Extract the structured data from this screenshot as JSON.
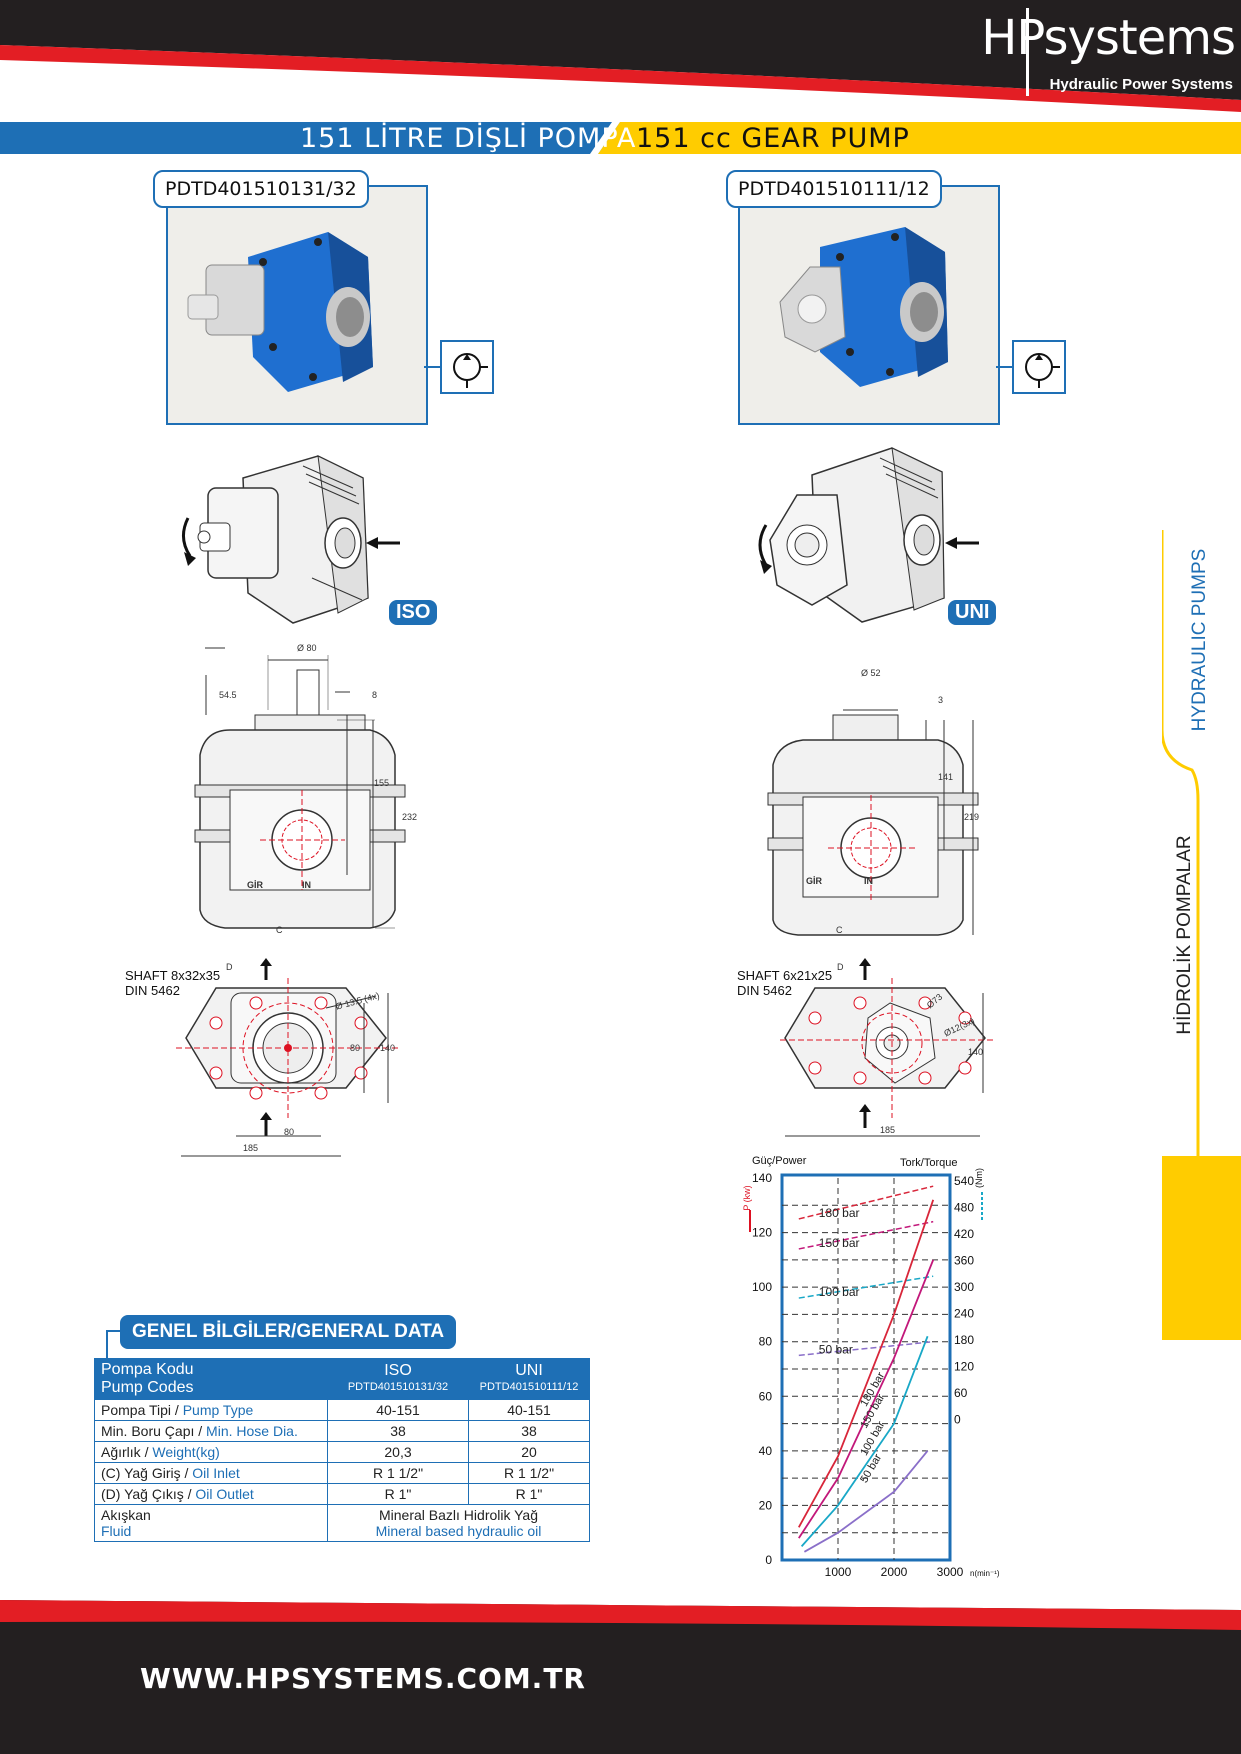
{
  "brand": {
    "logo_text": "HPsystems",
    "tagline": "Hydraulic Power Systems",
    "accent_blue": "#1e6fb5",
    "accent_yellow": "#ffcc00",
    "accent_red": "#e31e24"
  },
  "title": {
    "tr": "151 LİTRE DİŞLİ POMPA",
    "en": "151 cc GEAR PUMP"
  },
  "left_pump": {
    "code": "PDTD401510131/32",
    "badge": "ISO",
    "shaft_label": "SHAFT 8x32x35",
    "shaft_std": "DIN 5462",
    "dims": {
      "d_top": "Ø 80",
      "h1": "54.5",
      "h2": "8",
      "h3": "155",
      "h4": "232",
      "c": "C",
      "gir": "GİR",
      "in": "IN",
      "d": "D",
      "bolt": "Ø 13.5 (4x)",
      "w80": "80",
      "w80b": "80",
      "h140": "140",
      "w185": "185"
    }
  },
  "right_pump": {
    "code": "PDTD401510111/12",
    "badge": "UNI",
    "shaft_label": "SHAFT 6x21x25",
    "shaft_std": "DIN 5462",
    "dims": {
      "d_top": "Ø 52",
      "h2": "3",
      "h3": "141",
      "h4": "219",
      "c": "C",
      "gir": "GİR",
      "in": "IN",
      "d": "D",
      "bolt1": "Ø73",
      "bolt2": "Ø12(3x)",
      "h140": "140",
      "w185": "185"
    }
  },
  "general_data": {
    "title": "GENEL BİLGİLER/GENERAL DATA",
    "header": {
      "label_tr": "Pompa Kodu",
      "label_en": "Pump Codes",
      "iso": "ISO",
      "iso_code": "PDTD401510131/32",
      "uni": "UNI",
      "uni_code": "PDTD401510111/12"
    },
    "rows": [
      {
        "tr": "Pompa Tipi / ",
        "en": "Pump Type",
        "iso": "40-151",
        "uni": "40-151"
      },
      {
        "tr": "Min.  Boru Çapı / ",
        "en": "Min. Hose Dia.",
        "iso": "38",
        "uni": "38"
      },
      {
        "tr": "Ağırlık / ",
        "en": "Weight(kg)",
        "iso": "20,3",
        "uni": "20"
      },
      {
        "tr": "(C) Yağ Giriş / ",
        "en": "Oil Inlet",
        "iso": "R 1 1/2\"",
        "uni": "R 1 1/2\""
      },
      {
        "tr": "(D) Yağ Çıkış / ",
        "en": "Oil Outlet",
        "iso": "R 1\"",
        "uni": "R 1\""
      }
    ],
    "fluid": {
      "tr": "Akışkan",
      "en": "Fluid",
      "value_tr": "Mineral Bazlı Hidrolik Yağ",
      "value_en": "Mineral based hydraulic oil"
    }
  },
  "side": {
    "en": "HYDRAULIC PUMPS",
    "tr": "HİDROLİK POMPALAR"
  },
  "footer": {
    "url": "WWW.HPSYSTEMS.COM.TR"
  },
  "chart_data": {
    "type": "line",
    "title_left": "Güç/Power",
    "title_right": "Tork/Torque",
    "ylabel_left": "P (kw)",
    "ylabel_right": "(Nm)",
    "xlabel": "n(min⁻¹)",
    "xlim": [
      0,
      3000
    ],
    "x_ticks": [
      1000,
      2000,
      3000
    ],
    "ylim_left": [
      0,
      140
    ],
    "y_ticks_left": [
      0,
      20,
      40,
      60,
      80,
      100,
      120,
      140
    ],
    "y_ticks_right": [
      540,
      480,
      420,
      360,
      300,
      240,
      180,
      120,
      60,
      0
    ],
    "grid": true,
    "power_series": [
      {
        "name": "180 bar",
        "color": "#d8263a",
        "points": [
          [
            300,
            12
          ],
          [
            1000,
            38
          ],
          [
            2000,
            90
          ],
          [
            2700,
            132
          ]
        ]
      },
      {
        "name": "150 bar",
        "color": "#c2187a",
        "points": [
          [
            300,
            8
          ],
          [
            1000,
            30
          ],
          [
            2000,
            74
          ],
          [
            2700,
            110
          ]
        ]
      },
      {
        "name": "100 bar",
        "color": "#19a8c7",
        "points": [
          [
            350,
            5
          ],
          [
            1000,
            20
          ],
          [
            2000,
            50
          ],
          [
            2600,
            82
          ]
        ]
      },
      {
        "name": "50 bar",
        "color": "#8a6fc9",
        "points": [
          [
            400,
            3
          ],
          [
            1000,
            10
          ],
          [
            2000,
            25
          ],
          [
            2600,
            40
          ]
        ]
      }
    ],
    "torque_series": [
      {
        "name": "180 bar",
        "color": "#d8263a",
        "points": [
          [
            300,
            125
          ],
          [
            2700,
            137
          ]
        ]
      },
      {
        "name": "150 bar",
        "color": "#c2187a",
        "points": [
          [
            300,
            114
          ],
          [
            2700,
            124
          ]
        ]
      },
      {
        "name": "100 bar",
        "color": "#19a8c7",
        "points": [
          [
            300,
            96
          ],
          [
            2700,
            104
          ]
        ]
      },
      {
        "name": "50 bar",
        "color": "#8a6fc9",
        "points": [
          [
            300,
            75
          ],
          [
            2700,
            80
          ]
        ]
      }
    ]
  }
}
